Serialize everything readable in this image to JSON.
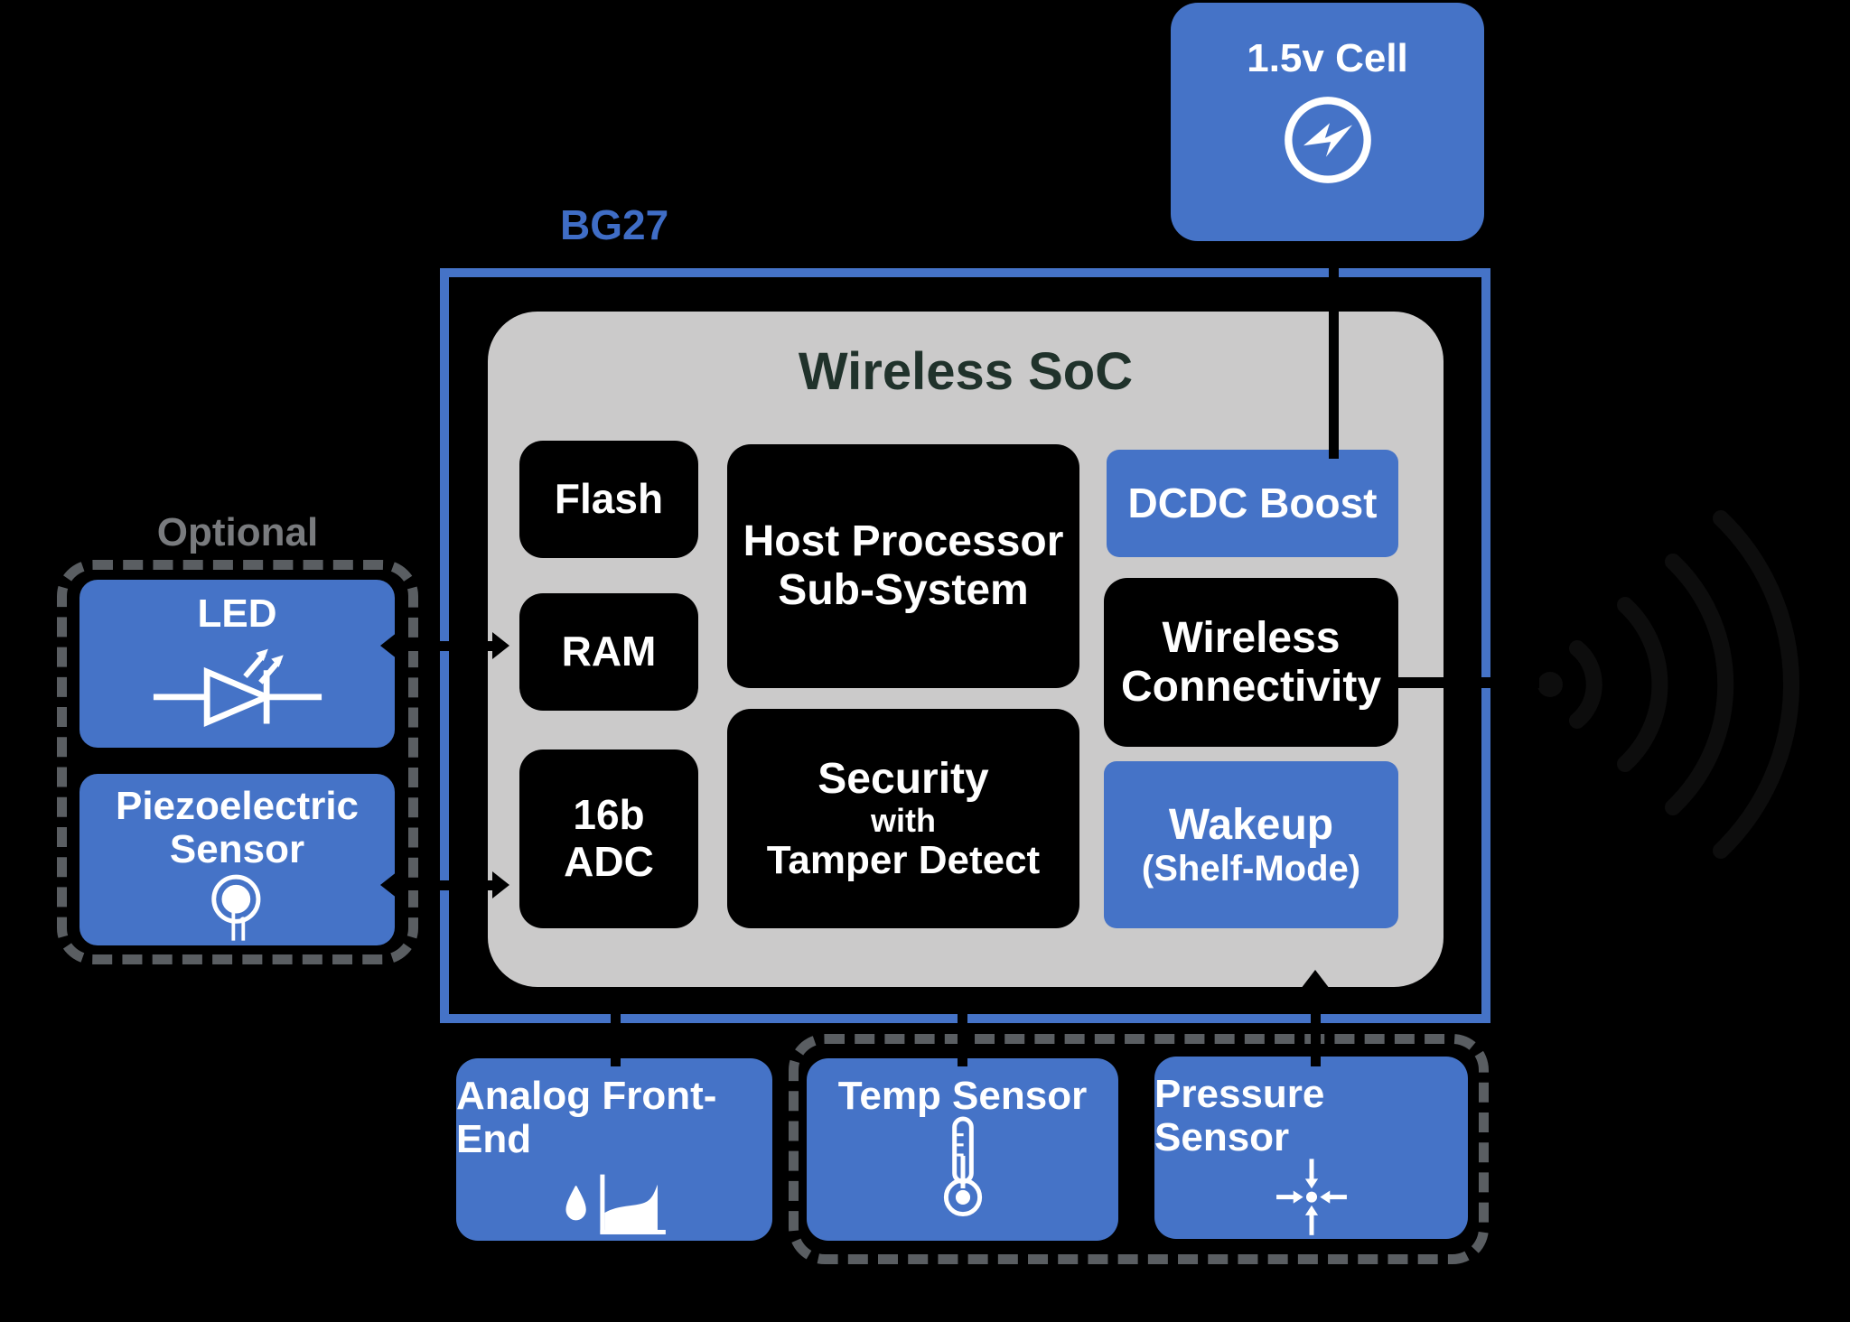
{
  "colors": {
    "accent_blue": "#4573C7",
    "bg27_text_blue": "#3F6DC6",
    "soc_gray": "#CBCACA",
    "soc_title_dark": "#20322B",
    "dash_gray": "#5A5E62",
    "optional_text_gray": "#797B7E",
    "box_black": "#000000",
    "text_white": "#FFFFFF"
  },
  "outer": {
    "bg27_label": "BG27"
  },
  "cell": {
    "label": "1.5v Cell"
  },
  "optional": {
    "label": "Optional",
    "led": {
      "label": "LED"
    },
    "piezo": {
      "line1": "Piezoelectric",
      "line2": "Sensor"
    }
  },
  "soc": {
    "title": "Wireless SoC",
    "flash": {
      "label": "Flash"
    },
    "ram": {
      "label": "RAM"
    },
    "adc": {
      "line1": "16b",
      "line2": "ADC"
    },
    "host": {
      "line1": "Host Processor",
      "line2": "Sub-System"
    },
    "security": {
      "line1": "Security",
      "line2": "with",
      "line3": "Tamper Detect"
    },
    "dcdc": {
      "label": "DCDC Boost"
    },
    "wireless": {
      "line1": "Wireless",
      "line2": "Connectivity"
    },
    "wakeup": {
      "line1": "Wakeup",
      "line2": "(Shelf-Mode)"
    }
  },
  "bottom": {
    "afe": {
      "label": "Analog Front-End"
    },
    "temp": {
      "label": "Temp Sensor"
    },
    "pressure": {
      "label": "Pressure Sensor"
    }
  }
}
